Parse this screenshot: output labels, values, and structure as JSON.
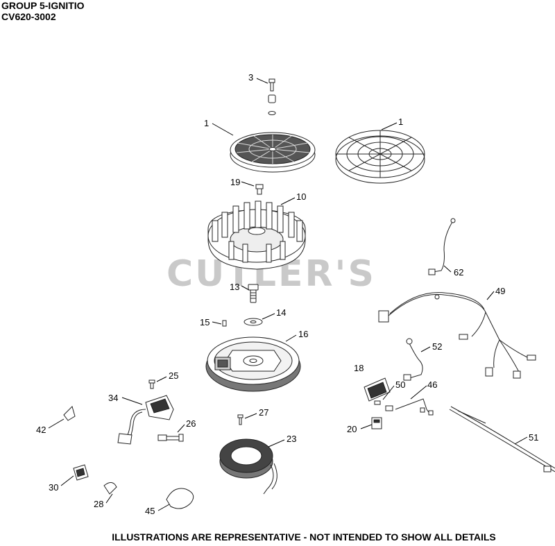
{
  "header": {
    "group": "GROUP 5-IGNITIO",
    "model": "CV620-3002"
  },
  "footer": {
    "note": "ILLUSTRATIONS ARE REPRESENTATIVE - NOT INTENDED TO SHOW ALL DETAILS"
  },
  "watermark": {
    "text": "CUTLER'S"
  },
  "callouts": {
    "c1a": "1",
    "c1b": "1",
    "c3": "3",
    "c19": "19",
    "c10": "10",
    "c62": "62",
    "c13": "13",
    "c49": "49",
    "c14": "14",
    "c15": "15",
    "c16": "16",
    "c52": "52",
    "c18": "18",
    "c25": "25",
    "c50": "50",
    "c46": "46",
    "c34": "34",
    "c27": "27",
    "c42": "42",
    "c26": "26",
    "c20": "20",
    "c23": "23",
    "c51": "51",
    "c30": "30",
    "c28": "28",
    "c45": "45"
  },
  "colors": {
    "ink": "#222222",
    "watermark": "#c9c9c9",
    "background": "#ffffff"
  }
}
